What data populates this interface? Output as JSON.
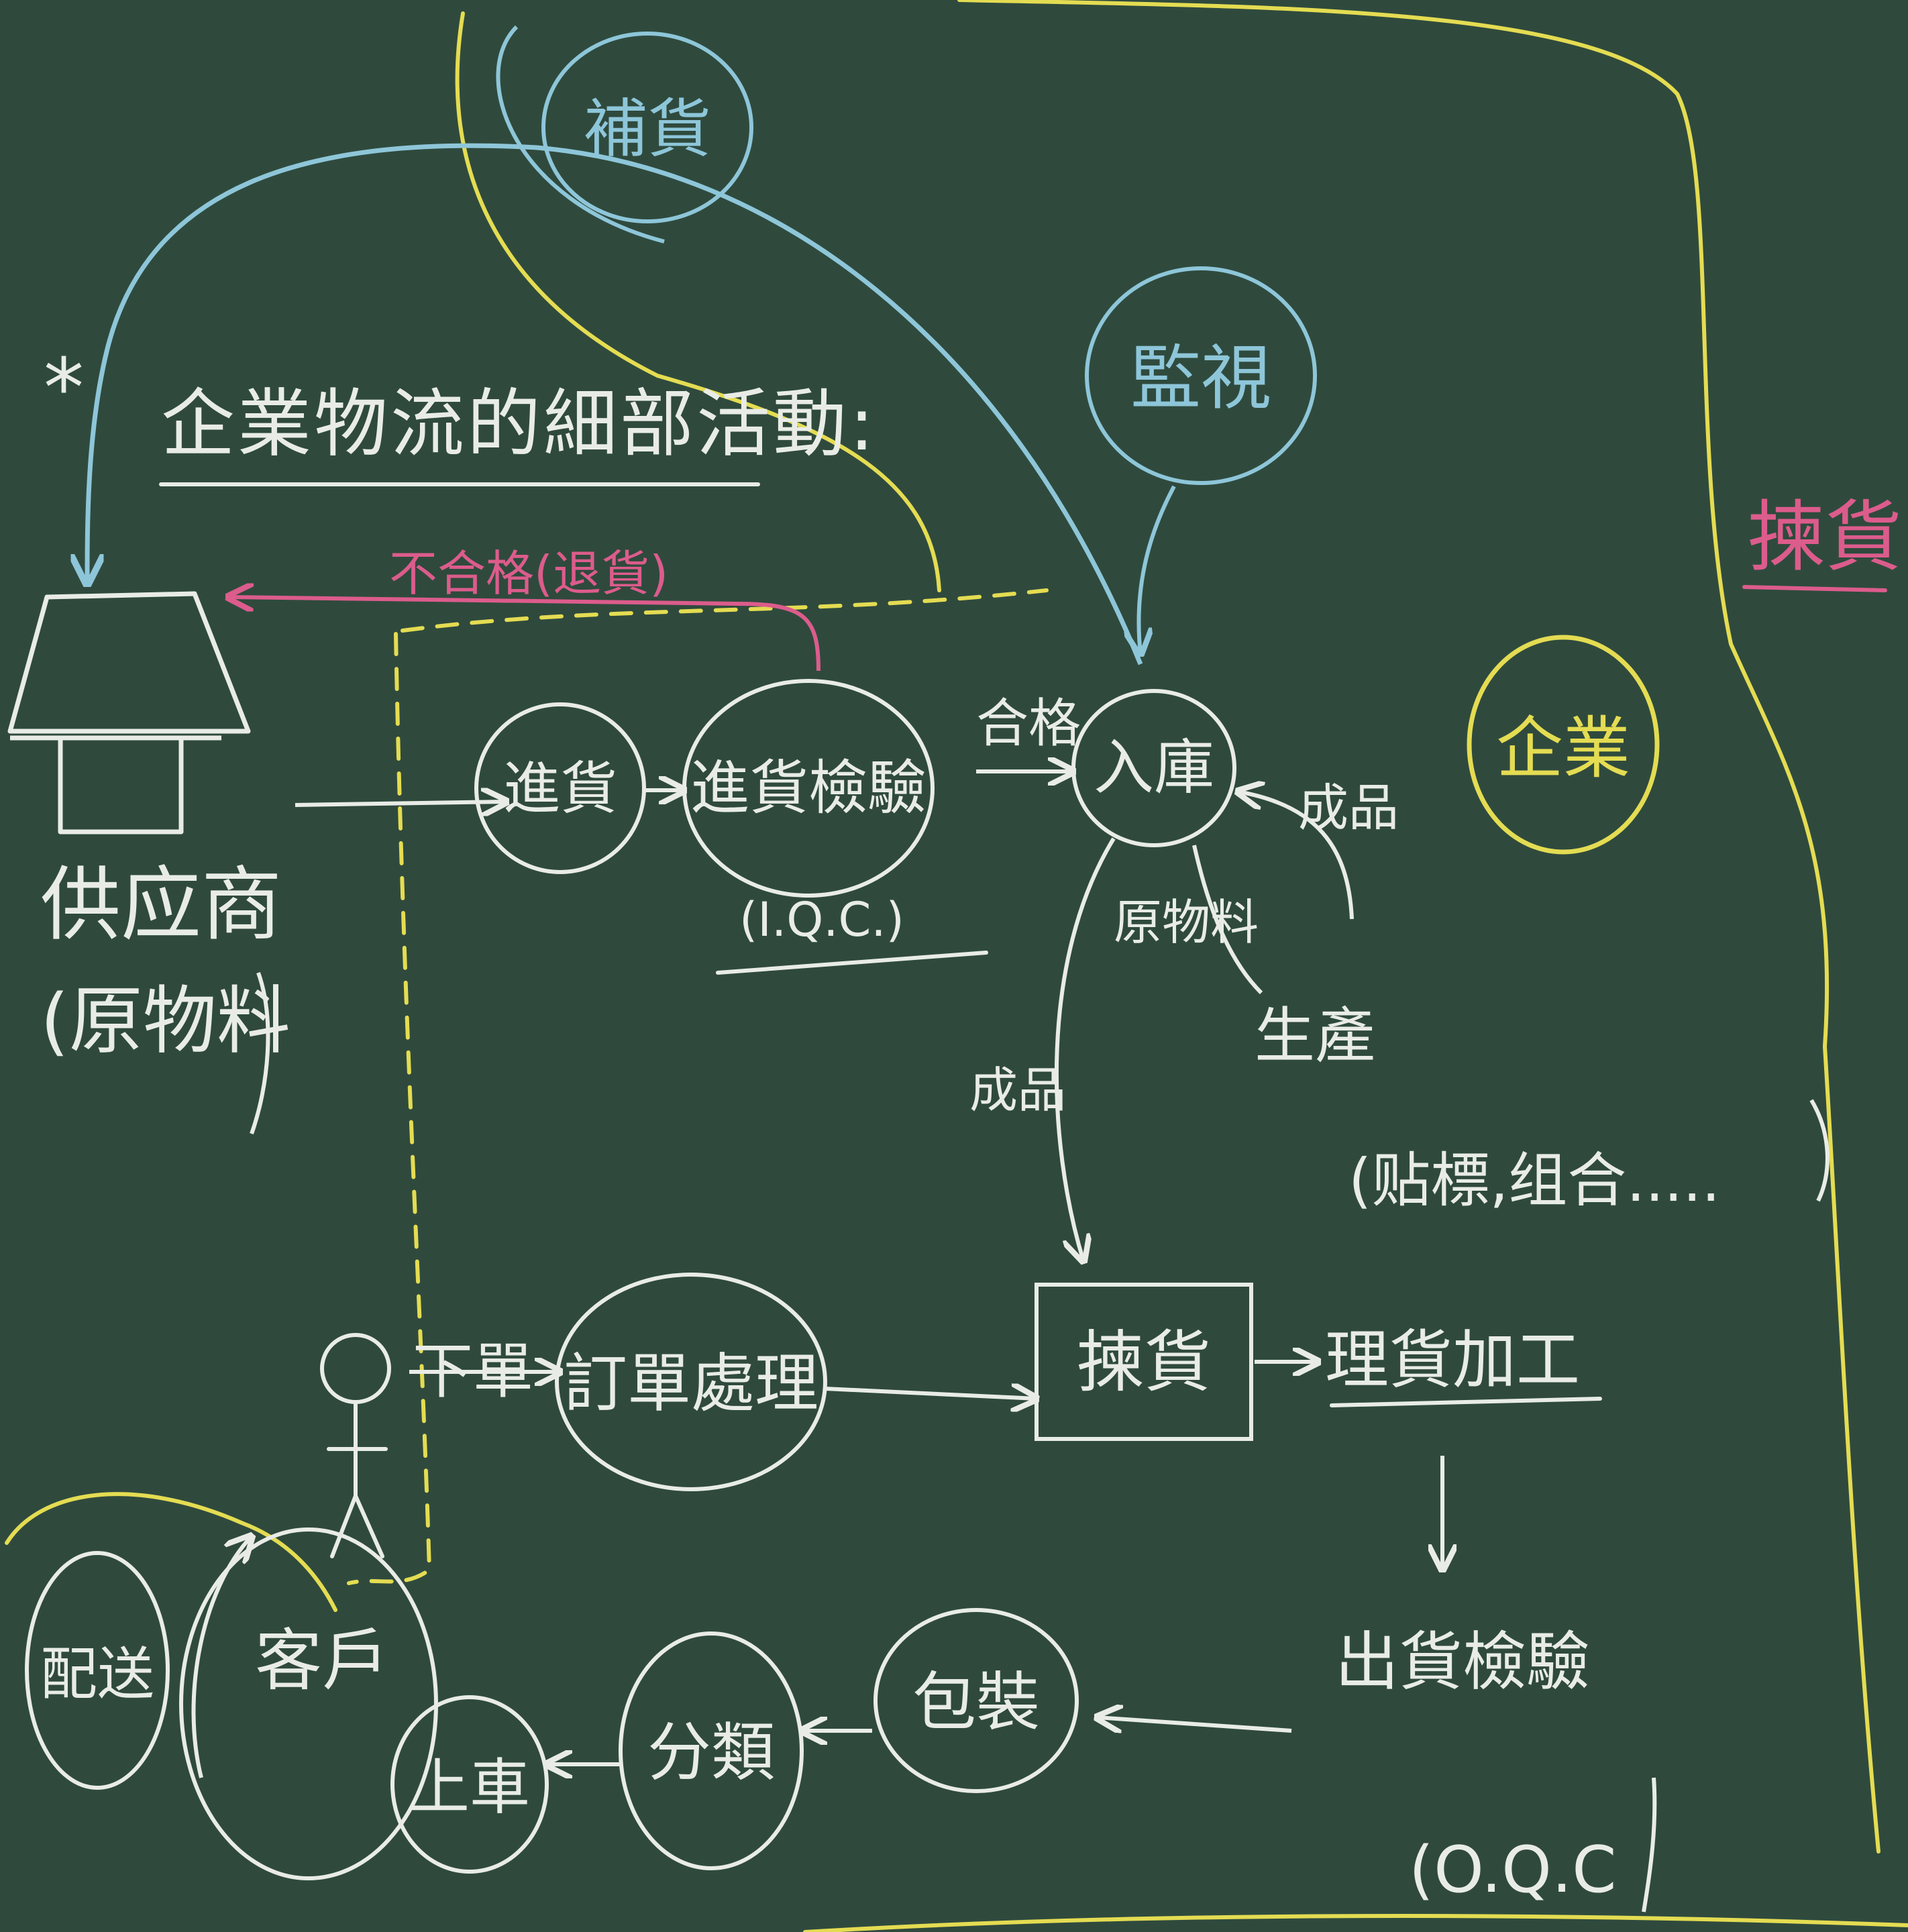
{
  "title": "企業物流的細部活動:",
  "star": "*",
  "colors": {
    "board": "#2f4a3d",
    "chalk_white": "#e9ece6",
    "chalk_blue": "#8ec6d9",
    "chalk_yellow": "#e4dc52",
    "chalk_pink": "#dc5c8c"
  },
  "nodes": {
    "supplier": "供应商",
    "supplier_note": "(原物料",
    "receiving": "進貨",
    "inspection": "進貨檢驗",
    "iqc": "(I.Q.C.)",
    "warehouse_in": "入庫",
    "monitor": "監視",
    "replenish": "補貨",
    "picking": "揀貨",
    "order_processing": "訂單處理",
    "processing": "理貨加工",
    "processing_note": "(贴標,组合.....",
    "outbound_inspection": "出貨檢驗",
    "oqc": "(O.Q.C",
    "packaging": "包裝",
    "classify": "分類",
    "loading": "上車",
    "delivery": "配送",
    "customer": "客戶",
    "enterprise": "企業",
    "picking_side": "揀貨"
  },
  "edges": {
    "reject_return": "不合格(退貨)",
    "qualified": "合格",
    "finished_to_warehouse": "成品",
    "raw_material": "原物料",
    "production": "生產",
    "finished_down": "成品",
    "order": "下單"
  }
}
